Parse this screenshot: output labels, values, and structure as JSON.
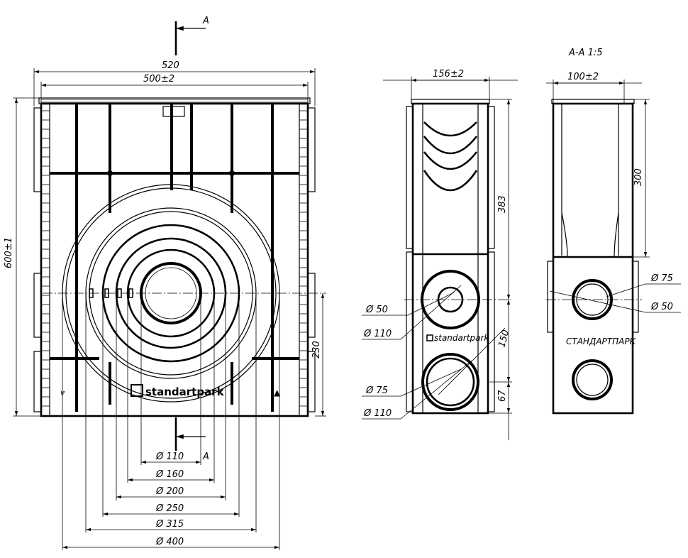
{
  "section": {
    "cut_letter": "A",
    "title": "A-A 1:5"
  },
  "front_view": {
    "dims": {
      "width_outer": "520",
      "width_inner": "500±2",
      "height": "600±1",
      "center_height": "230"
    },
    "diameters": [
      "Ø 110",
      "Ø 160",
      "Ø 200",
      "Ø 250",
      "Ø 315",
      "Ø 400"
    ],
    "brand": "standartpark"
  },
  "side_view": {
    "dims": {
      "width": "156±2",
      "height_upper": "383",
      "spacing": "150",
      "bottom": "67"
    },
    "upper_port_labels": [
      "Ø 50",
      "Ø 110"
    ],
    "lower_port_labels": [
      "Ø 75",
      "Ø 110"
    ],
    "brand": "standartpark"
  },
  "section_view": {
    "dims": {
      "width": "100±2",
      "height": "300"
    },
    "port_labels": [
      "Ø 75",
      "Ø 50"
    ],
    "brand": "СТАНДАРТПАРК"
  }
}
